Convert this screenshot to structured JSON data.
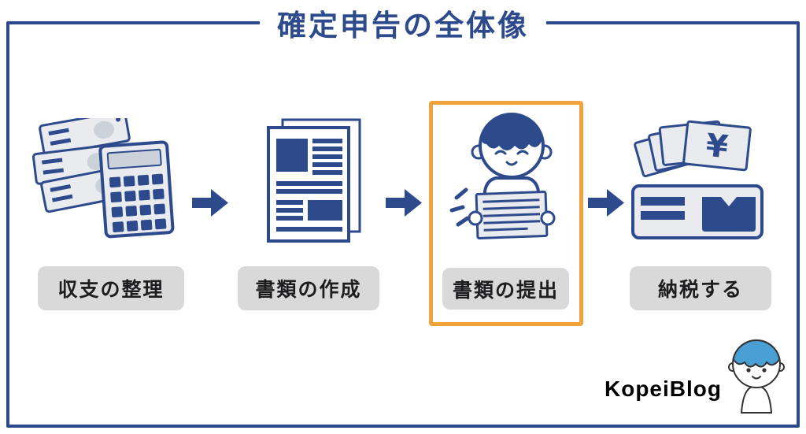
{
  "title": "確定申告の全体像",
  "steps": [
    {
      "label": "収支の整理",
      "icon": "receipts-and-calculator-icon",
      "highlighted": false
    },
    {
      "label": "書類の作成",
      "icon": "document-pages-icon",
      "highlighted": false
    },
    {
      "label": "書類の提出",
      "icon": "person-holding-document-icon",
      "highlighted": true
    },
    {
      "label": "納税する",
      "icon": "wallet-with-yen-banknotes-icon",
      "highlighted": false
    }
  ],
  "yen_symbol": "¥",
  "branding": {
    "text": "KopeiBlog",
    "avatar_icon": "boy-avatar-icon"
  },
  "icons": {
    "arrow": "right-arrow-icon"
  },
  "colors": {
    "navy": "#2d4b8c",
    "orange": "#f0a23c",
    "label_bg": "#d9d9d9",
    "note_fill": "#e9ebee",
    "note_shade": "#ccd2da",
    "avatar_hair": "#4aa0d4",
    "avatar_outline": "#333333"
  }
}
